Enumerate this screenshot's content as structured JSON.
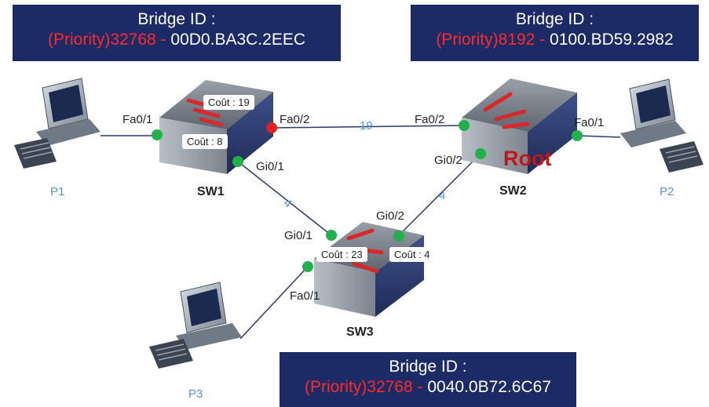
{
  "bridge_ids": {
    "sw1": {
      "title": "Bridge ID :",
      "priority": "(Priority)32768",
      "sep": " - ",
      "mac": "00D0.BA3C.2EEC"
    },
    "sw2": {
      "title": "Bridge ID :",
      "priority": "(Priority)8192",
      "sep": " - ",
      "mac": "0100.BD59.2982"
    },
    "sw3": {
      "title": "Bridge ID :",
      "priority": "(Priority)32768",
      "sep": " - ",
      "mac": "0040.0B72.6C67"
    }
  },
  "switches": {
    "sw1": {
      "name": "SW1"
    },
    "sw2": {
      "name": "SW2",
      "badge": "Root"
    },
    "sw3": {
      "name": "SW3"
    }
  },
  "pcs": {
    "p1": "P1",
    "p2": "P2",
    "p3": "P3"
  },
  "ports": {
    "sw1_fa01": "Fa0/1",
    "sw1_fa02": "Fa0/2",
    "sw1_gi01": "Gi0/1",
    "sw2_fa02": "Fa0/2",
    "sw2_fa01": "Fa0/1",
    "sw2_gi02": "Gi0/2",
    "sw3_gi01": "Gi0/1",
    "sw3_gi02": "Gi0/2",
    "sw3_fa01": "Fa0/1"
  },
  "link_costs": {
    "sw1_sw2": "19",
    "sw1_sw3": "4",
    "sw2_sw3": "4"
  },
  "path_costs": {
    "sw1_via_fa02": "Coût : 19",
    "sw1_via_gi01": "Coût : 8",
    "sw3_via_gi01": "Coût : 23",
    "sw3_via_gi02": "Coût : 4"
  },
  "colors": {
    "box": "#1c2a66",
    "priority": "#ff2a2a",
    "port_up": "#22b04a",
    "port_blocked": "#e02020",
    "root": "#c0161b",
    "pc_label": "#5b93cc"
  }
}
